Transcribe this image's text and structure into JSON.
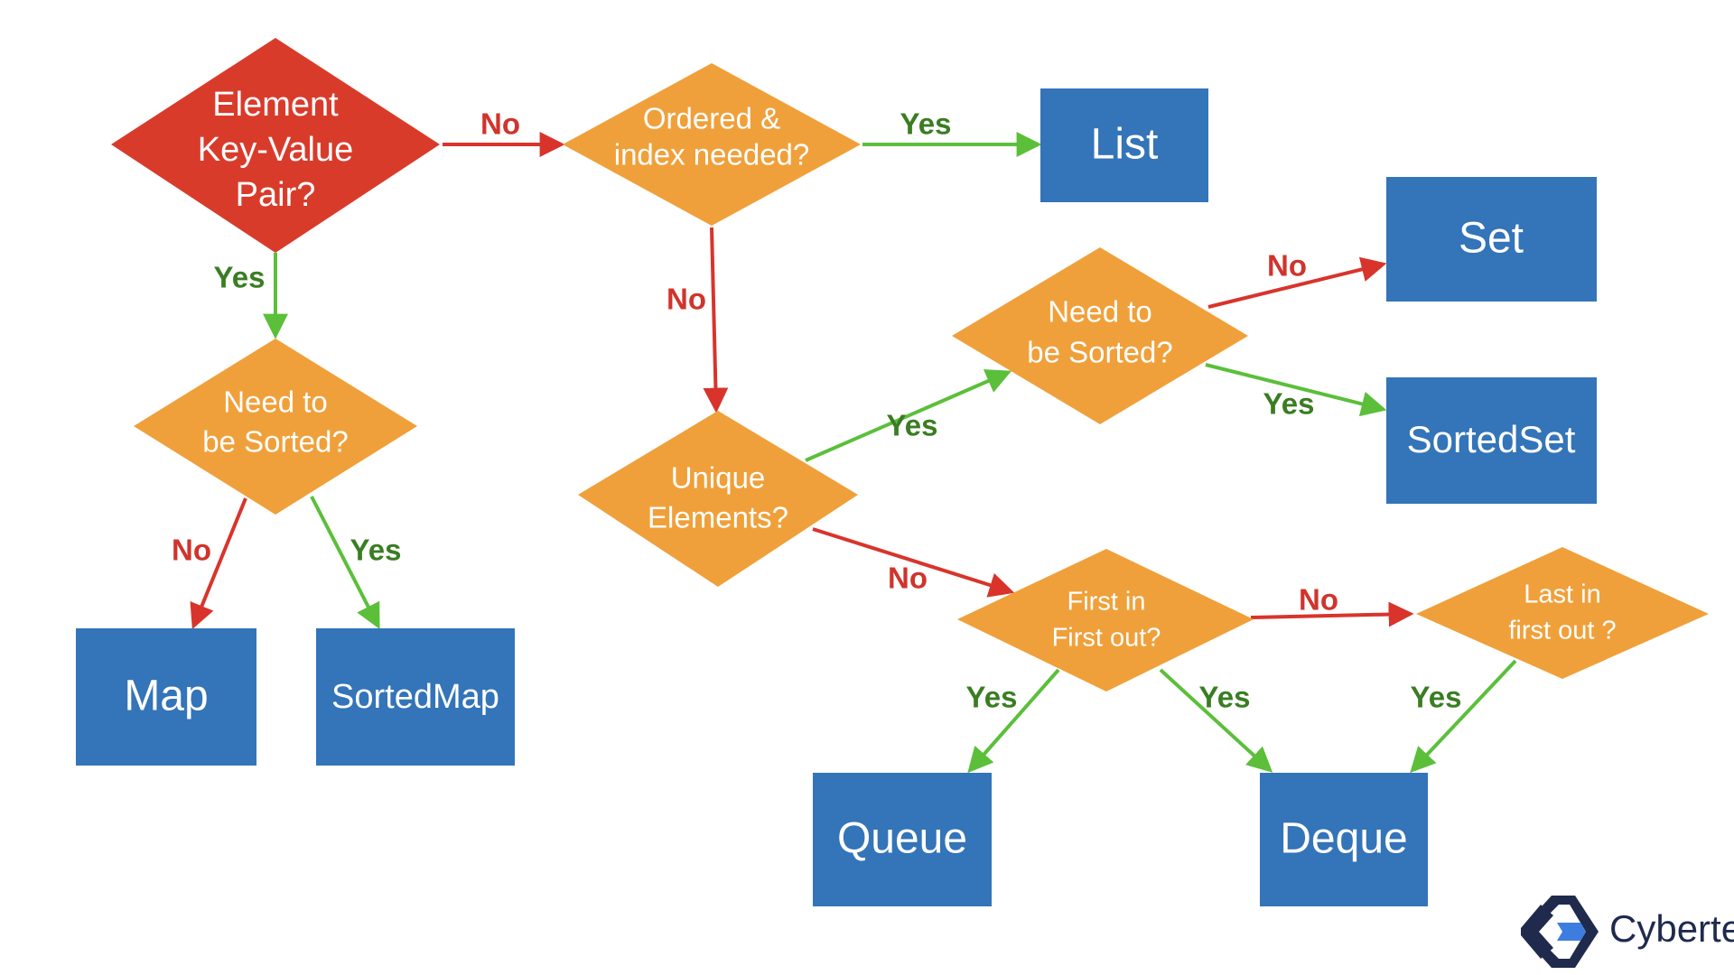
{
  "colors": {
    "decision_root": "#d93b2b",
    "decision": "#f0a03a",
    "terminal": "#3474b8",
    "yes": "#5bbf3a",
    "no": "#d8342c",
    "yes_label": "#3a7d22",
    "no_label": "#d0342c",
    "brand": "#1f2a4d"
  },
  "decisions": {
    "key_value": [
      "Element",
      "Key-Value",
      "Pair?"
    ],
    "ordered": [
      "Ordered &",
      "index needed?"
    ],
    "sorted_map": [
      "Need to",
      "be Sorted?"
    ],
    "unique": [
      "Unique",
      "Elements?"
    ],
    "sorted_set": [
      "Need to",
      "be Sorted?"
    ],
    "fifo": [
      "First in",
      "First out?"
    ],
    "lifo": [
      "Last in",
      "first out ?"
    ]
  },
  "terminals": {
    "list": "List",
    "set": "Set",
    "sortedset": "SortedSet",
    "map": "Map",
    "sortedmap": "SortedMap",
    "queue": "Queue",
    "deque": "Deque"
  },
  "labels": {
    "yes": "Yes",
    "no": "No"
  },
  "brand": {
    "name": "Cybertek"
  }
}
